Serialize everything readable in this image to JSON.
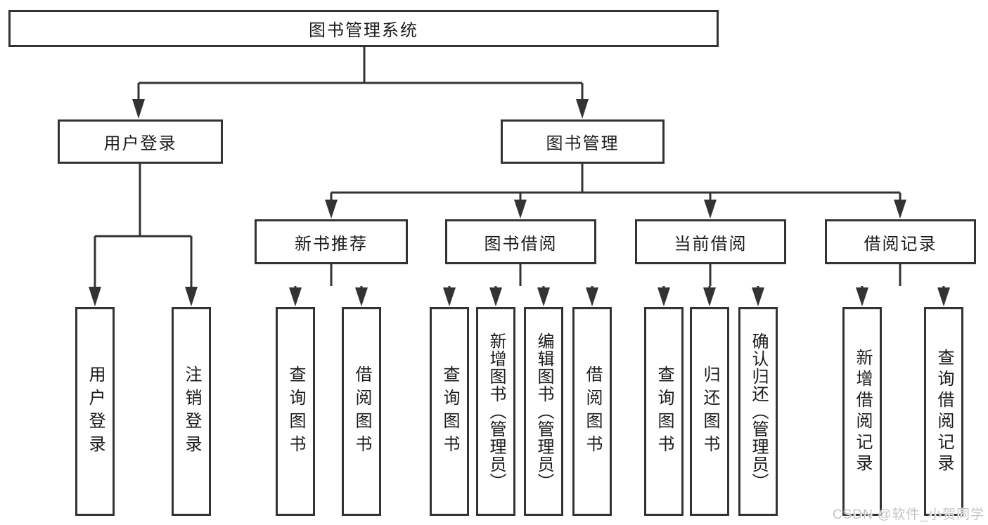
{
  "colors": {
    "border": "#333333",
    "line": "#333333",
    "text": "#1b1b1b",
    "background": "#ffffff",
    "watermark": "#c4c4c4"
  },
  "watermark": {
    "text": "CSDN @软件_小贺同学"
  },
  "nodes": {
    "root": "图书管理系统",
    "user_login": "用户登录",
    "book_management": "图书管理",
    "new_book_recommend": "新书推荐",
    "book_borrow": "图书借阅",
    "current_borrow": "当前借阅",
    "borrow_records": "借阅记录",
    "leaf_user_login": "用户登录",
    "leaf_logout": "注销登录",
    "leaf_query_books_recommend": "查询图书",
    "leaf_borrow_books_recommend": "借阅图书",
    "leaf_query_books_borrow": "查询图书",
    "leaf_add_book_admin": "新增图书（管理员）",
    "leaf_edit_book_admin": "编辑图书（管理员）",
    "leaf_borrow_books_borrow": "借阅图书",
    "leaf_query_books_current": "查询图书",
    "leaf_return_book": "归还图书",
    "leaf_confirm_return_admin": "确认归还（管理员）",
    "leaf_add_borrow_record": "新增借阅记录",
    "leaf_query_borrow_record": "查询借阅记录"
  },
  "hierarchy": {
    "图书管理系统": {
      "用户登录": [
        "用户登录",
        "注销登录"
      ],
      "图书管理": {
        "新书推荐": [
          "查询图书",
          "借阅图书"
        ],
        "图书借阅": [
          "查询图书",
          "新增图书（管理员）",
          "编辑图书（管理员）",
          "借阅图书"
        ],
        "当前借阅": [
          "查询图书",
          "归还图书",
          "确认归还（管理员）"
        ],
        "借阅记录": [
          "新增借阅记录",
          "查询借阅记录"
        ]
      }
    }
  }
}
